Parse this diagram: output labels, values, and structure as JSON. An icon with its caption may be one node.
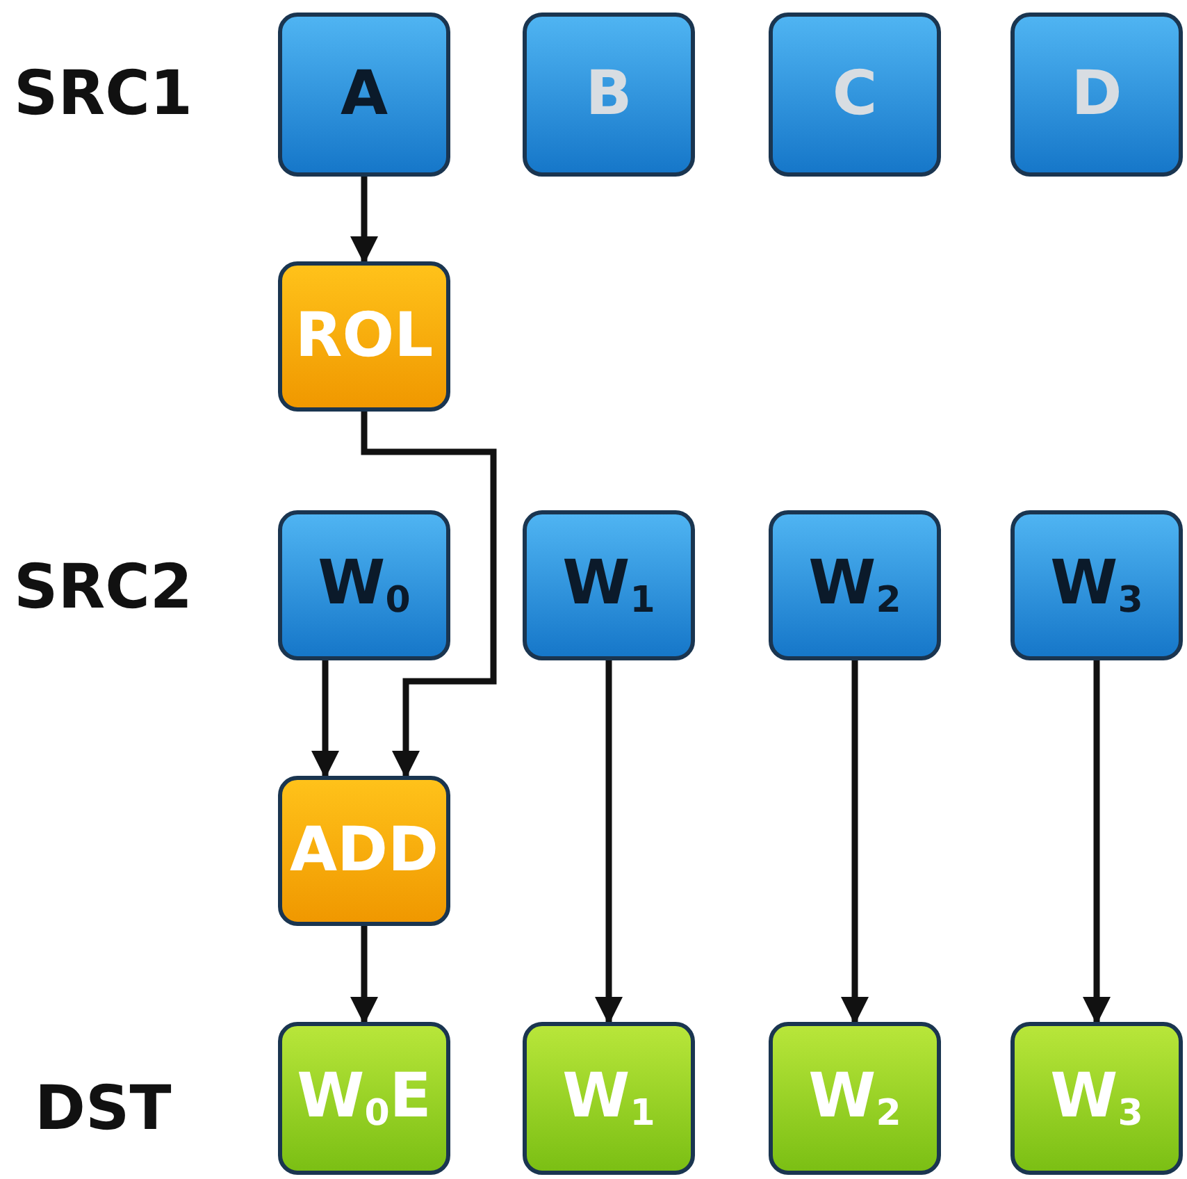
{
  "diagram": {
    "nodes": [
      {
        "text": [
          "A"
        ]
      },
      {
        "text": [
          "B"
        ]
      },
      {
        "text": [
          "C"
        ]
      },
      {
        "text": [
          "D"
        ]
      },
      {
        "text": [
          "ROL"
        ]
      },
      {
        "text": [
          "W$_{0}$"
        ]
      },
      {
        "text": [
          "W$_{1}$"
        ]
      },
      {
        "text": [
          "W$_{2}$"
        ]
      },
      {
        "text": [
          "W$_{3}$"
        ]
      },
      {
        "text": [
          "ADD"
        ]
      },
      {
        "text": [
          "W$_{0}$E"
        ]
      },
      {
        "text": [
          "W$_{1}$"
        ]
      },
      {
        "text": [
          "W$_{2}$"
        ]
      },
      {
        "text": [
          "W$_{3}$"
        ]
      }
    ],
    "edges": [
      {
        "from": 0,
        "to": 4,
        "arrow": "to"
      },
      {
        "from": 4,
        "to": 9,
        "arrow": "to"
      },
      {
        "from": 5,
        "to": 9,
        "arrow": "to"
      },
      {
        "from": 6,
        "to": 11,
        "arrow": "to"
      },
      {
        "from": 7,
        "to": 12,
        "arrow": "to"
      },
      {
        "from": 8,
        "to": 13,
        "arrow": "to"
      },
      {
        "from": 9,
        "to": 10,
        "arrow": "to"
      }
    ],
    "labels": [
      "SRC1",
      "SRC2",
      "DST"
    ]
  }
}
